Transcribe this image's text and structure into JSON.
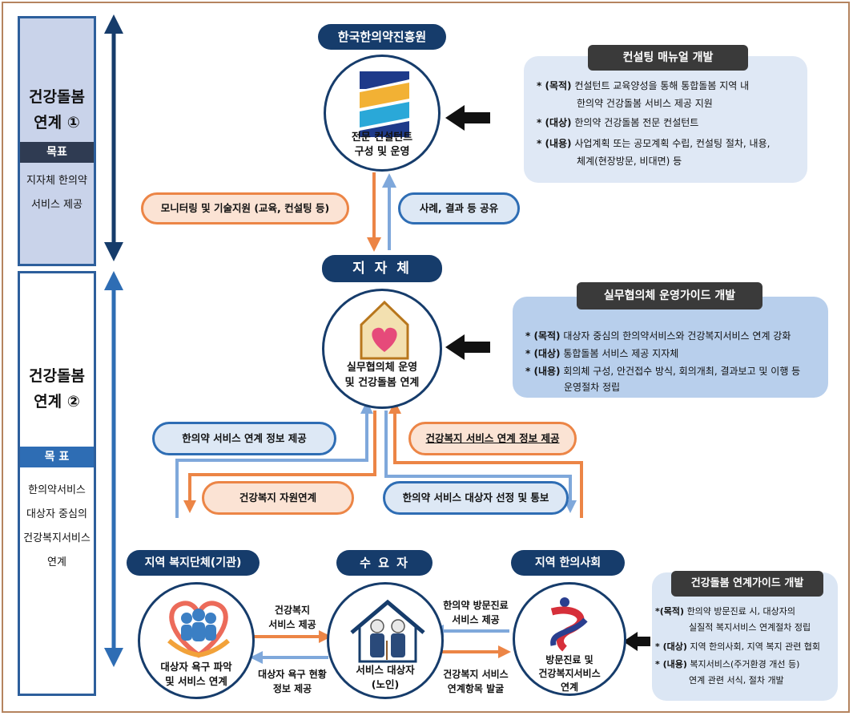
{
  "sidebar": {
    "stage1": {
      "title_line1": "건강돌봄",
      "title_line2": "연계 ①",
      "goal_label": "목표",
      "goal_line1": "지자체 한의약",
      "goal_line2": "서비스 제공"
    },
    "stage2": {
      "title_line1": "건강돌봄",
      "title_line2": "연계 ②",
      "goal_label": "목 표",
      "goal_line1": "한의약서비스",
      "goal_line2": "대상자 중심의",
      "goal_line3": "건강복지서비스",
      "goal_line4": "연계"
    }
  },
  "top_node": {
    "header": "한국한의약진흥원",
    "line1": "전문 컨설턴트",
    "line2": "구성 및 운영"
  },
  "arrows_top": {
    "left": "모니터링 및 기술지원 (교육, 컨설팅 등)",
    "right": "사례, 결과 등 공유"
  },
  "mid_node": {
    "header": "지 자 체",
    "line1": "실무협의체 운영",
    "line2": "및 건강돌봄 연계"
  },
  "arrows_mid": {
    "upper_left": "한의약 서비스 연계 정보 제공",
    "upper_right": "건강복지 서비스 연계 정보 제공",
    "lower_left": "건강복지 자원연계",
    "lower_right": "한의약 서비스 대상자 선정 및 통보"
  },
  "bottom_nodes": {
    "left": {
      "header": "지역 복지단체(기관)",
      "line1": "대상자 욕구 파악",
      "line2": "및 서비스 연계"
    },
    "center": {
      "header": "수 요 자",
      "line1": "서비스 대상자",
      "line2": "(노인)"
    },
    "right": {
      "header": "지역 한의사회",
      "line1": "방문진료 및",
      "line2": "건강복지서비스",
      "line3": "연계"
    }
  },
  "bottom_arrows": {
    "lc_top_1": "건강복지",
    "lc_top_2": "서비스 제공",
    "lc_bot_1": "대상자 욕구 현황",
    "lc_bot_2": "정보 제공",
    "rc_top_1": "한의약 방문진료",
    "rc_top_2": "서비스 제공",
    "rc_bot_1": "건강복지 서비스",
    "rc_bot_2": "연계항목 발굴"
  },
  "info_boxes": {
    "manual": {
      "title": "컨설팅 매뉴얼 개발",
      "l1_tag": "* (목적)",
      "l1": "컨설턴트 교육양성을 통해 통합돌봄 지역 내",
      "l2": "한의약 건강돌봄 서비스 제공 지원",
      "l3_tag": "* (대상)",
      "l3": "한의약 건강돌봄 전문 컨설턴트",
      "l4_tag": "* (내용)",
      "l4": "사업계획 또는 공모계획 수립, 컨설팅 절차, 내용,",
      "l5": "체계(현장방문, 비대면) 등"
    },
    "guide1": {
      "title": "실무협의체 운영가이드 개발",
      "l1_tag": "* (목적)",
      "l1": "대상자 중심의 한의약서비스와 건강복지서비스 연계 강화",
      "l2_tag": "* (대상)",
      "l2": "통합돌봄 서비스 제공 지자체",
      "l3_tag": "* (내용)",
      "l3": "회의체 구성, 안건접수 방식, 회의개최, 결과보고 및 이행 등",
      "l4": "운영절차 정립"
    },
    "guide2": {
      "title": "건강돌봄 연계가이드 개발",
      "l1_tag": "*(목적)",
      "l1": "한의약 방문진료 시, 대상자의",
      "l2": "실질적 복지서비스 연계절차 정립",
      "l3_tag": "* (대상)",
      "l3": "지역 한의사회, 지역 복지 관련 협회",
      "l4_tag": "* (내용)",
      "l4": "복지서비스(주거환경 개선 등)",
      "l5": "연계 관련 서식, 절차 개발"
    }
  },
  "colors": {
    "navy": "#163c6b",
    "blue": "#2e6db4",
    "orange": "#ec8546",
    "sidebar_fill": "#c9d3ea"
  }
}
